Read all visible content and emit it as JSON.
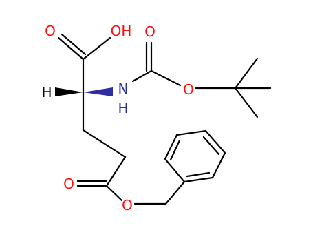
{
  "colors": {
    "background": "#ffffff",
    "bond": "#000000",
    "oxygen": "#ff0d0d",
    "nitrogen": "#2e2e9e",
    "hydrogen": "#000000"
  },
  "atoms": {
    "carbonyl_oxygen_acid": "O",
    "hydroxyl": "OH",
    "alpha_hydrogen": "H",
    "amide_nitrogen": "N",
    "amide_hydrogen": "H",
    "boc_carbonyl_oxygen": "O",
    "boc_ester_oxygen": "O",
    "ester_carbonyl_oxygen": "O",
    "ester_oxygen": "O"
  }
}
